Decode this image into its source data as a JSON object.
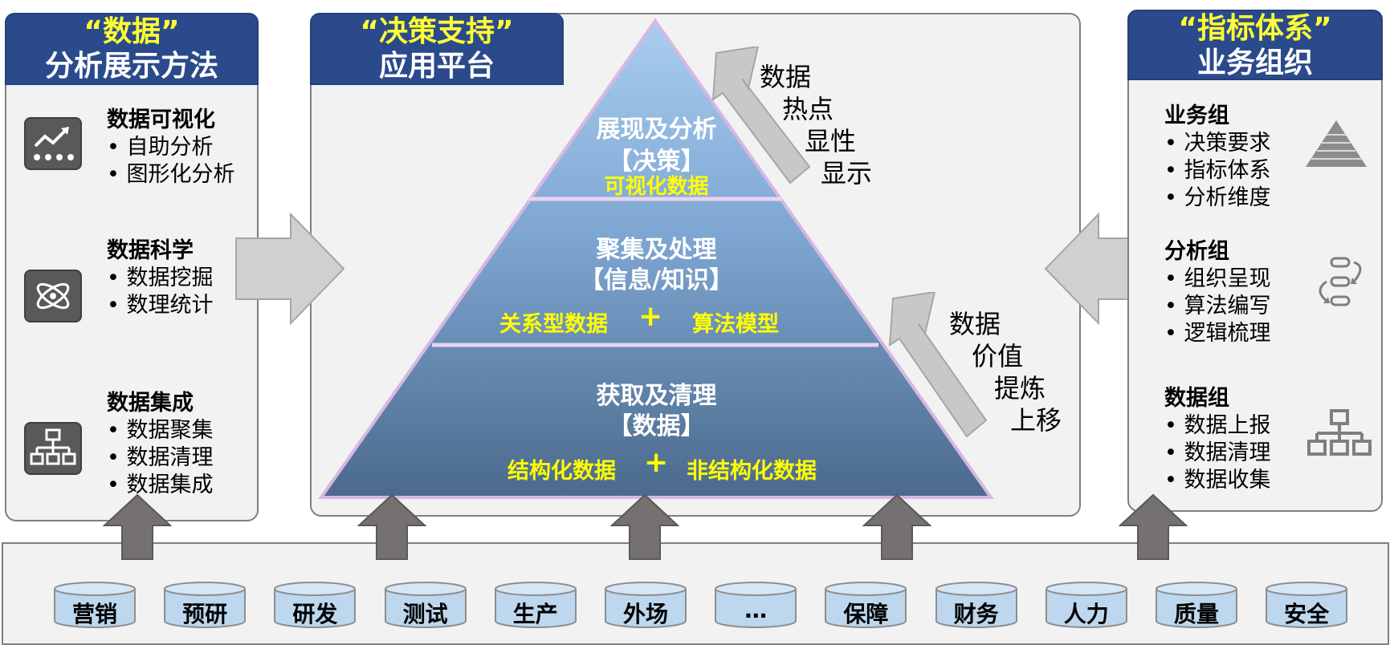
{
  "left_panel": {
    "title_quote": "“数据”",
    "title": "分析展示方法",
    "groups": [
      {
        "heading": "数据可视化",
        "items": [
          "自助分析",
          "图形化分析"
        ],
        "icon": "chart-trend-icon"
      },
      {
        "heading": "数据科学",
        "items": [
          "数据挖掘",
          "数理统计"
        ],
        "icon": "atom-icon"
      },
      {
        "heading": "数据集成",
        "items": [
          "数据聚集",
          "数据清理",
          "数据集成"
        ],
        "icon": "hierarchy-icon"
      }
    ]
  },
  "center_panel": {
    "title_quote": "“决策支持”",
    "title": "应用平台",
    "pyramid": {
      "top": {
        "title": "展现及分析",
        "subtitle": "【决策】",
        "highlight": "可视化数据"
      },
      "middle": {
        "title": "聚集及处理",
        "subtitle": "【信息/知识】",
        "highlight_left": "关系型数据",
        "plus": "+",
        "highlight_right": "算法模型"
      },
      "bottom": {
        "title": "获取及清理",
        "subtitle": "【数据】",
        "highlight_left": "结构化数据",
        "plus": "+",
        "highlight_right": "非结构化数据"
      }
    },
    "upper_arrow_text": [
      "数据",
      "热点",
      "显性",
      "显示"
    ],
    "lower_arrow_text": [
      "数据",
      "价值",
      "提炼",
      "上移"
    ]
  },
  "right_panel": {
    "title_quote": "“指标体系”",
    "title": "业务组织",
    "groups": [
      {
        "heading": "业务组",
        "items": [
          "决策要求",
          "指标体系",
          "分析维度"
        ],
        "icon": "pyramid-icon"
      },
      {
        "heading": "分析组",
        "items": [
          "组织呈现",
          "算法编写",
          "逻辑梳理"
        ],
        "icon": "flow-cycle-icon"
      },
      {
        "heading": "数据组",
        "items": [
          "数据上报",
          "数据清理",
          "数据收集"
        ],
        "icon": "org-chart-icon"
      }
    ]
  },
  "sources": [
    "营销",
    "预研",
    "研发",
    "测试",
    "生产",
    "外场",
    "…",
    "保障",
    "财务",
    "人力",
    "质量",
    "安全"
  ],
  "colors": {
    "tab_blue": "#2b4a8b",
    "quote_yellow": "#ffff33",
    "highlight_yellow": "#ffff00",
    "pyramid_top": "#9cc3e8",
    "pyramid_bottom": "#4a6a8e",
    "cylinder_fill": "#bdd7ee",
    "arrow_gray": "#757171"
  }
}
